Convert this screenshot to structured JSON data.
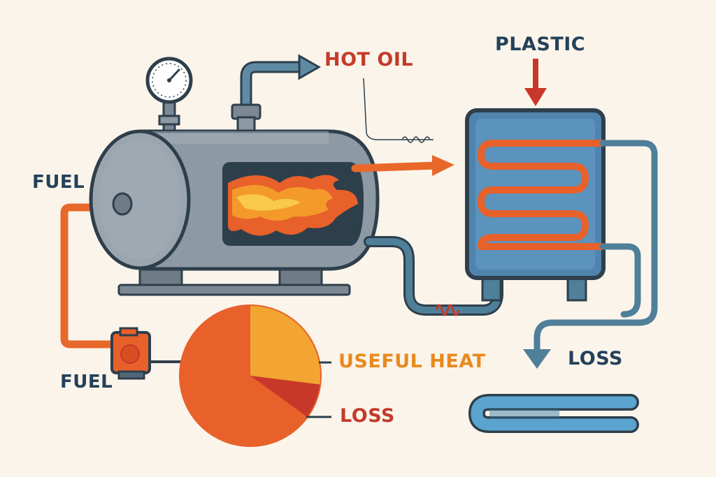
{
  "labels": {
    "hot_oil": "HOT OIL",
    "plastic": "PLASTIC",
    "fuel_top": "FUEL",
    "fuel_bottom": "FUEL",
    "useful_heat": "USEFUL HEAT",
    "loss_pie": "LOSS",
    "loss_right": "LOSS"
  },
  "pie": {
    "slices": [
      {
        "label": "USEFUL HEAT",
        "value": 0.27,
        "color": "#f2a531"
      },
      {
        "label": "LOSS",
        "value": 0.08,
        "color": "#c8382a"
      },
      {
        "label": "",
        "value": 0.65,
        "color": "#e8602a"
      }
    ]
  },
  "colors": {
    "background": "#fbf4ea",
    "pipe_blue": "#4f7f99",
    "pipe_orange": "#e8682a",
    "tank_gray": "#8d99a3",
    "dark_outline": "#2e3f4c",
    "text_dark": "#24415a",
    "text_red": "#c43a2a",
    "text_orange": "#e88a1f"
  },
  "icons": {
    "gauge": "pressure-gauge-icon",
    "flame": "flame-icon",
    "pump": "fuel-pump-icon",
    "heat_exchanger": "heat-exchanger-coil-icon",
    "heating_element": "heating-element-icon"
  }
}
